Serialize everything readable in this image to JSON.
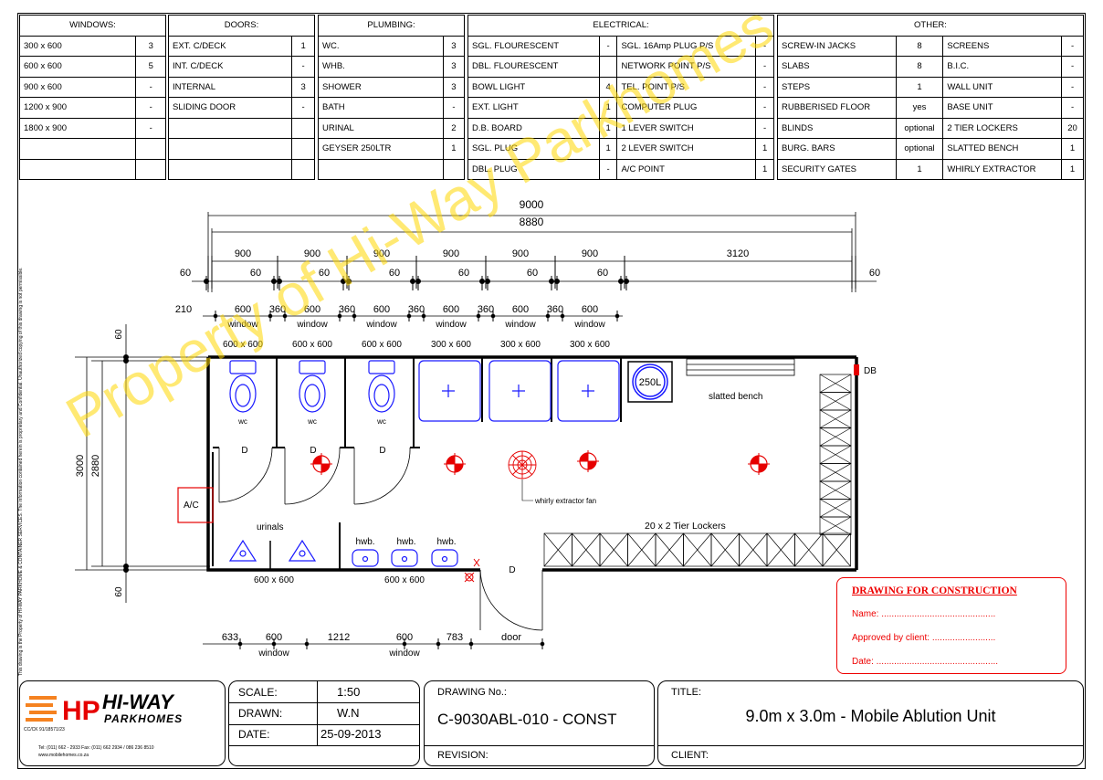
{
  "schedule": {
    "windows": {
      "title": "WINDOWS:",
      "rows": [
        [
          "300 x 600",
          "3"
        ],
        [
          "600 x 600",
          "5"
        ],
        [
          "900 x 600",
          "-"
        ],
        [
          "1200 x 900",
          "-"
        ],
        [
          "1800 x 900",
          "-"
        ],
        [
          "",
          ""
        ],
        [
          "",
          ""
        ]
      ]
    },
    "doors": {
      "title": "DOORS:",
      "rows": [
        [
          "EXT. C/DECK",
          "1"
        ],
        [
          "INT. C/DECK",
          "-"
        ],
        [
          "INTERNAL",
          "3"
        ],
        [
          "SLIDING DOOR",
          "-"
        ],
        [
          "",
          ""
        ],
        [
          "",
          ""
        ],
        [
          "",
          ""
        ]
      ]
    },
    "plumbing": {
      "title": "PLUMBING:",
      "rows": [
        [
          "WC.",
          "3"
        ],
        [
          "WHB.",
          "3"
        ],
        [
          "SHOWER",
          "3"
        ],
        [
          "BATH",
          "-"
        ],
        [
          "URINAL",
          "2"
        ],
        [
          "GEYSER 250LTR",
          "1"
        ],
        [
          "",
          ""
        ]
      ]
    },
    "electrical": {
      "title": "ELECTRICAL:",
      "rows": [
        [
          "SGL. FLOURESCENT",
          "-",
          "SGL. 16Amp PLUG P/S",
          "-"
        ],
        [
          "DBL. FLOURESCENT",
          "",
          "NETWORK POINT P/S",
          "-"
        ],
        [
          "BOWL LIGHT",
          "4",
          "TEL. POINT P/S",
          "-"
        ],
        [
          "EXT. LIGHT",
          "1",
          "COMPUTER PLUG",
          "-"
        ],
        [
          "D.B. BOARD",
          "1",
          "1 LEVER SWITCH",
          "-"
        ],
        [
          "SGL. PLUG",
          "1",
          "2 LEVER SWITCH",
          "1"
        ],
        [
          "DBL. PLUG",
          "-",
          "A/C POINT",
          "1"
        ]
      ]
    },
    "other": {
      "title": "OTHER:",
      "rows": [
        [
          "SCREW-IN JACKS",
          "8",
          "SCREENS",
          "-"
        ],
        [
          "SLABS",
          "8",
          "B.I.C.",
          "-"
        ],
        [
          "STEPS",
          "1",
          "WALL UNIT",
          "-"
        ],
        [
          "RUBBERISED FLOOR",
          "yes",
          "BASE UNIT",
          "-"
        ],
        [
          "BLINDS",
          "optional",
          "2 TIER LOCKERS",
          "20"
        ],
        [
          "BURG. BARS",
          "optional",
          "SLATTED BENCH",
          "1"
        ],
        [
          "SECURITY GATES",
          "1",
          "WHIRLY EXTRACTOR",
          "1"
        ]
      ]
    }
  },
  "dims": {
    "overall": "9000",
    "inner": "8880",
    "bays": [
      "900",
      "900",
      "900",
      "900",
      "900",
      "900",
      "3120"
    ],
    "gaps": [
      "60",
      "60",
      "60",
      "60",
      "60",
      "60",
      "60",
      "60"
    ],
    "win_top": [
      "210",
      "600",
      "360",
      "600",
      "360",
      "600",
      "360",
      "600",
      "360",
      "600",
      "360",
      "600"
    ],
    "window_word": "window",
    "win_sizes": [
      "600 x 600",
      "600 x 600",
      "600 x 600",
      "300 x 600",
      "300 x 600",
      "300 x 600"
    ],
    "height_total": "3000",
    "height_inner": "2880",
    "height_gap": "60",
    "bottom": [
      "633",
      "600",
      "1212",
      "600",
      "783",
      "door"
    ],
    "bottom_win": [
      "600 x 600",
      "600 x 600"
    ]
  },
  "plan_labels": {
    "wc": "wc",
    "door": "D",
    "ac": "A/C",
    "urinals": "urinals",
    "hwb": "hwb.",
    "geyser": "250L",
    "db": "DB",
    "bench": "slatted bench",
    "fan": "whirly extractor fan",
    "lockers": "20 x 2 Tier Lockers"
  },
  "note": {
    "heading": "DRAWING FOR CONSTRUCTION",
    "name": "Name: .............................................",
    "approved": "Approved by client: .........................",
    "date": "Date: ................................................"
  },
  "title_block": {
    "company1": "HI-WAY",
    "company2": "PARKHOMES",
    "reg": "CC/CK 91/18571/23",
    "tel": "Tel: (011) 662 - 2933   Fax: (011) 662 2934 / 086 236 8510",
    "web": "www.mobilehomes.co.za",
    "scale_label": "SCALE:",
    "scale": "1:50",
    "drawn_label": "DRAWN:",
    "drawn": "W.N",
    "date_label": "DATE:",
    "date": "25-09-2013",
    "drawing_no_label": "DRAWING No.:",
    "drawing_no": "C-9030ABL-010 - CONST",
    "revision_label": "REVISION:",
    "title_label": "TITLE:",
    "title": "9.0m x 3.0m - Mobile Ablution Unit",
    "client_label": "CLIENT:"
  },
  "watermark": "Property of Hi-Way Parkhomes",
  "side_note": "This drawing is the Property of HI-WAY PARKHOME & CONTAINER SERVICES. The information contained herein is proprietary and Confidential. Unauthorized copying of this drawing is not permissible.",
  "colors": {
    "accent": "#e60000",
    "blue": "#1a1aff",
    "watermark": "#ffd700"
  }
}
